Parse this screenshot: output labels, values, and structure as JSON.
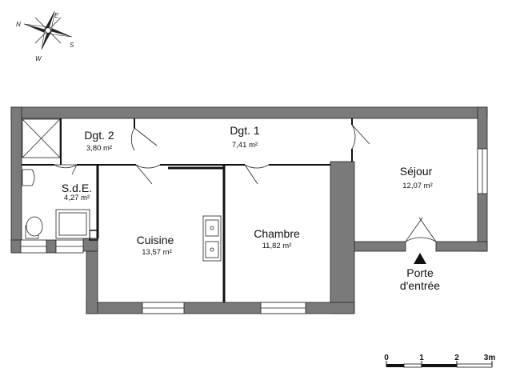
{
  "compass": {
    "north": "N",
    "east": "E",
    "south": "S",
    "west": "W"
  },
  "rooms": {
    "dgt2": {
      "name": "Dgt. 2",
      "area": "3,80 m²"
    },
    "dgt1": {
      "name": "Dgt. 1",
      "area": "7,41 m²"
    },
    "sejour": {
      "name": "Séjour",
      "area": "12,07 m²"
    },
    "sde": {
      "name": "S.d.E.",
      "area": "4,27 m²"
    },
    "cuisine": {
      "name": "Cuisine",
      "area": "13,57 m²"
    },
    "chambre": {
      "name": "Chambre",
      "area": "11,82 m²"
    }
  },
  "entrance": {
    "line1": "Porte",
    "line2": "d'entrée"
  },
  "scale": {
    "ticks": [
      "0",
      "1",
      "2",
      "3m"
    ]
  },
  "colors": {
    "wall": "#7a7a7a",
    "wall_outline": "#222222",
    "text": "#111111"
  }
}
